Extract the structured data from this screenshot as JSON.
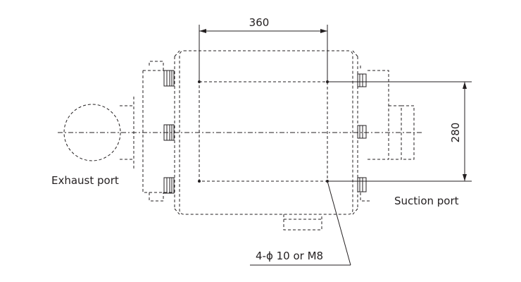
{
  "drawing": {
    "dimensions": {
      "width_label": "360",
      "height_label": "280"
    },
    "labels": {
      "exhaust_port": "Exhaust port",
      "suction_port": "Suction port",
      "mounting_holes": "4-ϕ 10 or M8"
    }
  }
}
